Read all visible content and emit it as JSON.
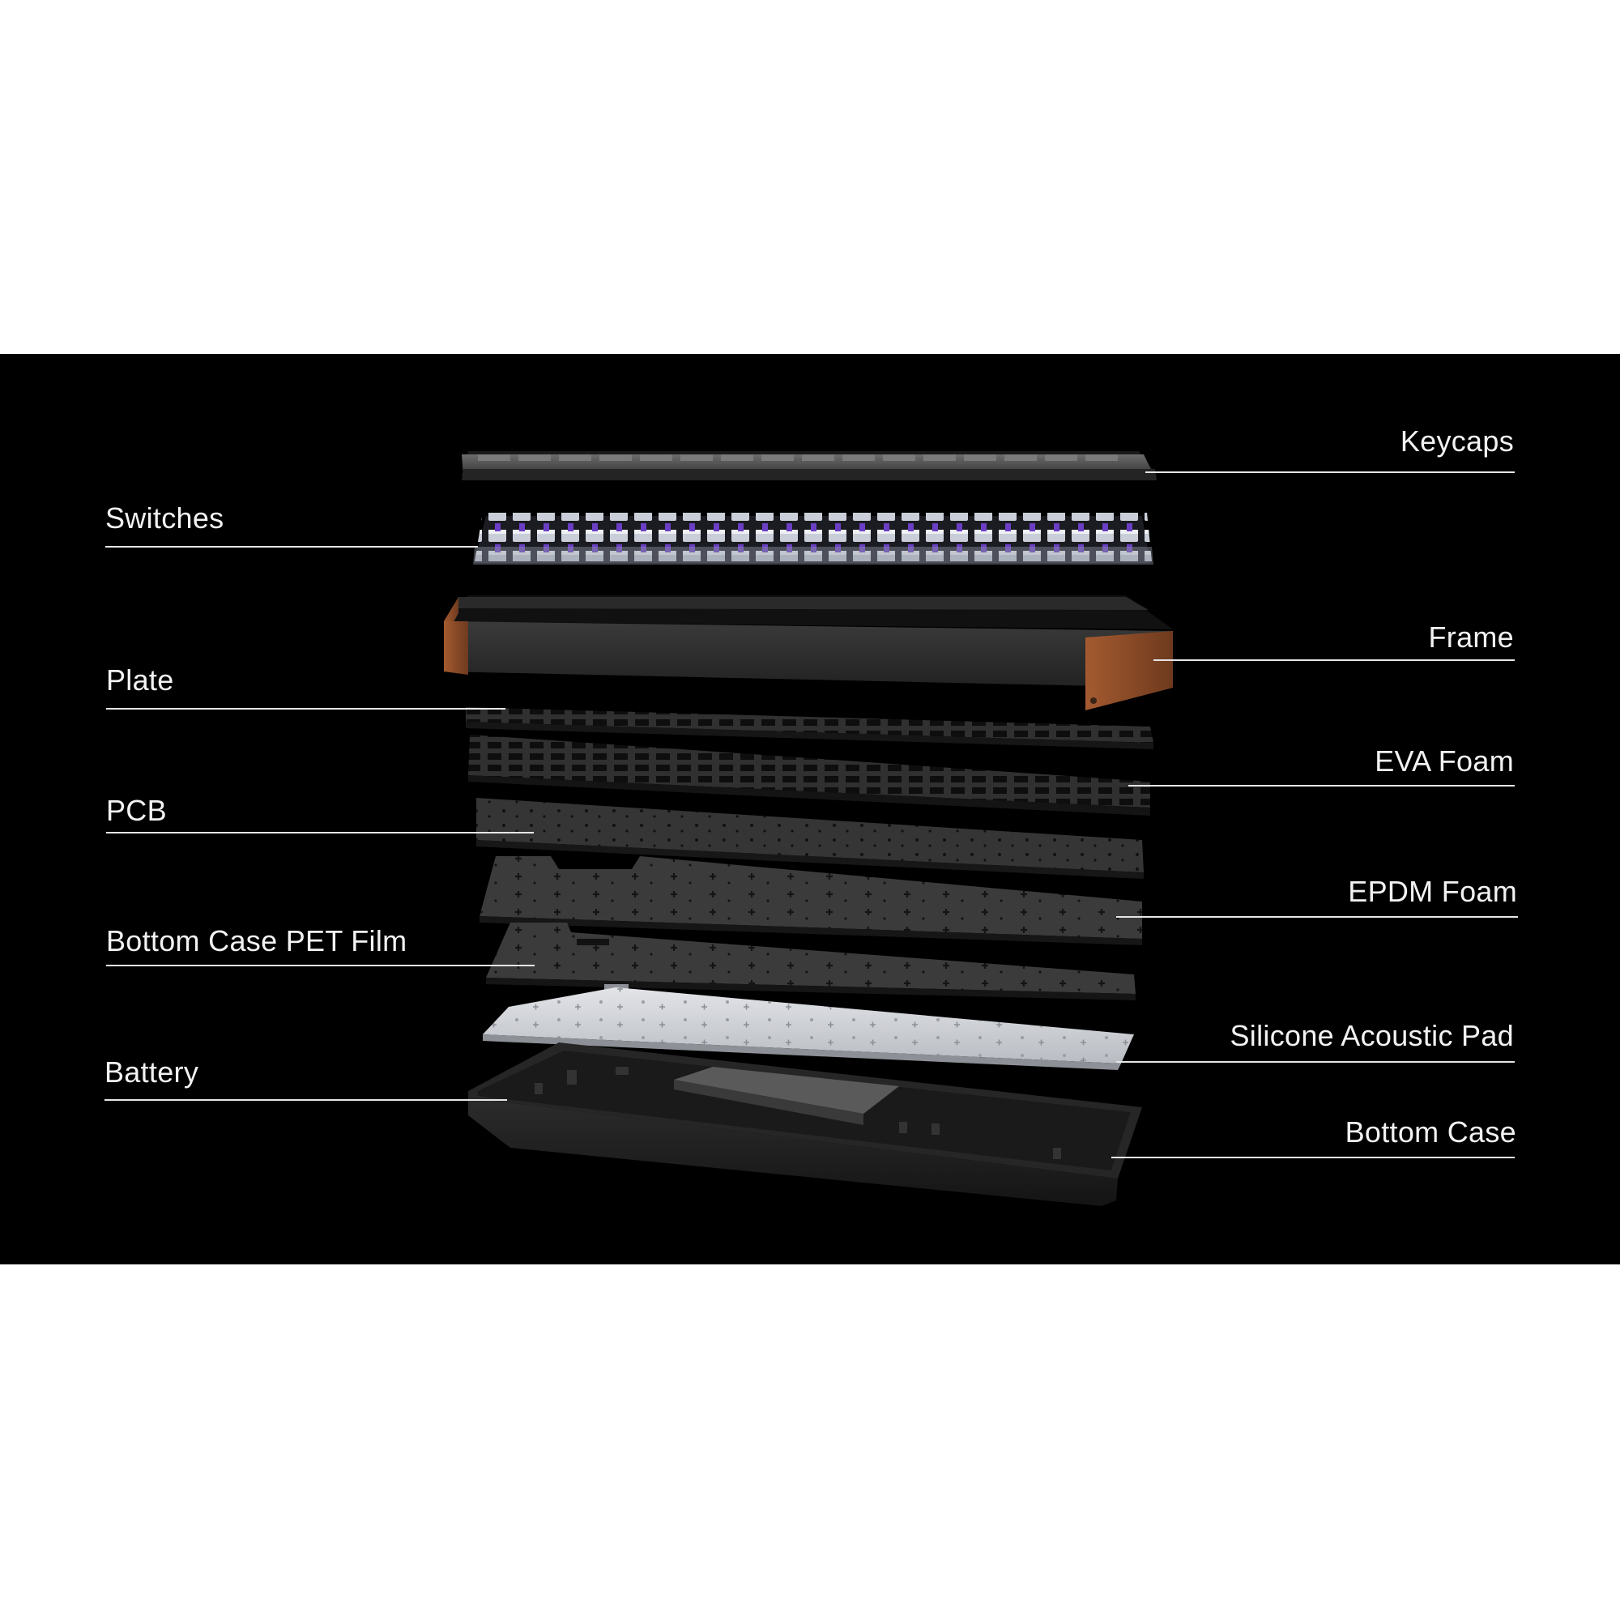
{
  "labels": {
    "keycaps": "Keycaps",
    "switches": "Switches",
    "frame": "Frame",
    "plate": "Plate",
    "eva_foam": "EVA Foam",
    "pcb": "PCB",
    "epdm_foam": "EPDM Foam",
    "bottom_case_pet_film": "Bottom Case PET Film",
    "silicone_acoustic_pad": "Silicone Acoustic Pad",
    "battery": "Battery",
    "bottom_case": "Bottom Case"
  },
  "colors": {
    "background": "#000000",
    "page": "#ffffff",
    "label_text": "#f2f2f2",
    "leader_line": "#e6e6e6",
    "wood_accent": "#8a4a2a",
    "switch_stem": "#6b3fc4",
    "silicone_pad": "#d6d8dc"
  }
}
